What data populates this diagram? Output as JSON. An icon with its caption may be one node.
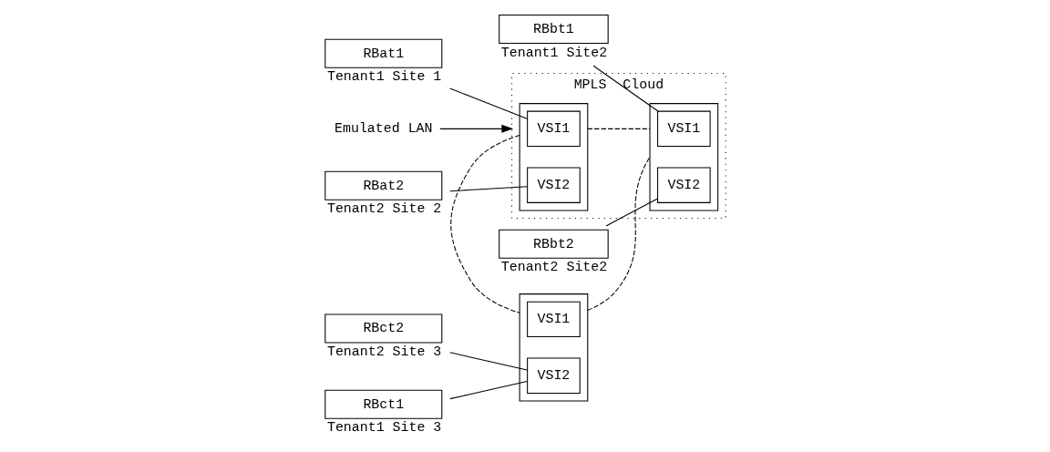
{
  "diagram": {
    "nodes": [
      {
        "text": [
          "MPLS  Cloud"
        ]
      },
      {
        "text": [
          "RBat1"
        ],
        "beside": [
          "Tenant1 Site 1"
        ]
      },
      {
        "text": [],
        "shape": "box",
        "in": 0
      },
      {
        "text": [
          "VSI1"
        ],
        "in": 2
      },
      {
        "text": [
          "VSI2"
        ],
        "in": 2
      },
      {
        "text": [
          "RBbt1"
        ],
        "beside": [
          "Tenant1 Site2"
        ]
      },
      {
        "text": [],
        "shape": "box",
        "in": 0
      },
      {
        "text": [
          "VSI1"
        ],
        "in": 6
      },
      {
        "text": [
          "VSI2"
        ],
        "in": 6
      },
      {
        "text": [
          "RBat2"
        ],
        "beside": [
          "Tenant2 Site 2"
        ]
      },
      {
        "text": [
          "RBbt2"
        ],
        "beside": [
          "Tenant2 Site2"
        ]
      },
      {
        "text": [],
        "shape": "box"
      },
      {
        "text": [
          "VSI1"
        ],
        "in": 11
      },
      {
        "text": [
          "VSI2"
        ],
        "in": 11
      },
      {
        "text": [
          "Emulated LAN"
        ]
      },
      {
        "text": [
          "RBct2"
        ],
        "beside": [
          "Tenant2 Site 3"
        ]
      },
      {
        "text": [
          "RBct1"
        ],
        "beside": [
          "Tenant1 Site 3"
        ]
      }
    ],
    "edges": [
      {
        "from": 1,
        "to": 3,
        "arrow": "none"
      },
      {
        "from": 5,
        "to": 7,
        "arrow": "none"
      },
      {
        "from": 9,
        "to": 4,
        "arrow": "none"
      },
      {
        "from": 10,
        "to": 8,
        "arrow": "none"
      },
      {
        "from": 15,
        "to": 13,
        "arrow": "none"
      },
      {
        "from": 16,
        "to": 13,
        "arrow": "none"
      },
      {
        "from": 2,
        "to": 6,
        "arrow": "none",
        "style": "dashed"
      },
      {
        "from": 2,
        "to": 11,
        "arrow": "none",
        "style": "dashed"
      },
      {
        "from": 11,
        "to": 6,
        "arrow": "none",
        "style": "dashed"
      },
      {
        "from": 14,
        "to": 0,
        "arrow": "to"
      }
    ]
  }
}
